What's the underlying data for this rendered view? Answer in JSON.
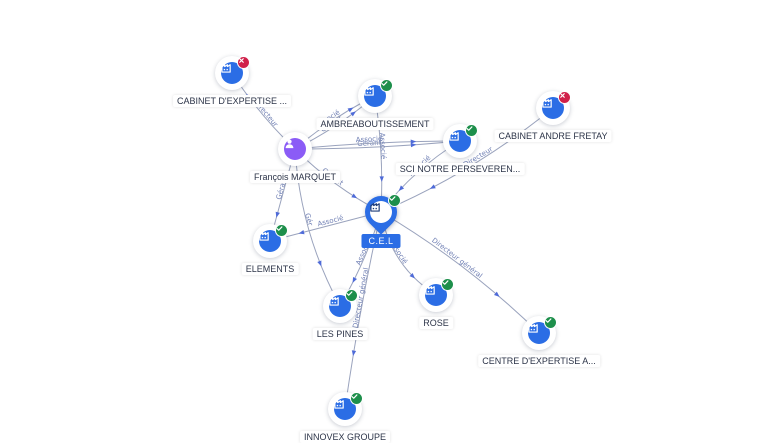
{
  "graph": {
    "center": {
      "id": "cel",
      "label": "C.E.L",
      "kind": "company",
      "status": "active"
    },
    "nodes": [
      {
        "id": "cabinet-expertise",
        "label": "CABINET D'EXPERTISE ...",
        "kind": "company",
        "status": "closed"
      },
      {
        "id": "ambreaboutissement",
        "label": "AMBREABOUTISSEMENT",
        "kind": "company",
        "status": "active"
      },
      {
        "id": "cabinet-andre-fretay",
        "label": "CABINET ANDRE FRETAY",
        "kind": "company",
        "status": "closed"
      },
      {
        "id": "francois-marquet",
        "label": "François MARQUET",
        "kind": "person",
        "status": "none"
      },
      {
        "id": "sci-notre-perseverance",
        "label": "SCI NOTRE PERSEVEREN...",
        "kind": "company",
        "status": "active"
      },
      {
        "id": "elements",
        "label": "ELEMENTS",
        "kind": "company",
        "status": "active"
      },
      {
        "id": "les-pines",
        "label": "LES PINES",
        "kind": "company",
        "status": "active"
      },
      {
        "id": "rose",
        "label": "ROSE",
        "kind": "company",
        "status": "active"
      },
      {
        "id": "centre-expertise",
        "label": "CENTRE D'EXPERTISE A...",
        "kind": "company",
        "status": "active"
      },
      {
        "id": "innovex-groupe",
        "label": "INNOVEX GROUPE",
        "kind": "company",
        "status": "active"
      }
    ],
    "edges": [
      {
        "from": "francois-marquet",
        "to": "cabinet-expertise",
        "label": "Directeur"
      },
      {
        "from": "francois-marquet",
        "to": "ambreaboutissement",
        "label": "Gérant"
      },
      {
        "from": "francois-marquet",
        "to": "ambreaboutissement",
        "label": "Associé"
      },
      {
        "from": "francois-marquet",
        "to": "sci-notre-perseverance",
        "label": "Gérant"
      },
      {
        "from": "francois-marquet",
        "to": "sci-notre-perseverance",
        "label": "Associé"
      },
      {
        "from": "francois-marquet",
        "to": "cel",
        "label": "Gérant"
      },
      {
        "from": "francois-marquet",
        "to": "elements",
        "label": "Gérant"
      },
      {
        "from": "francois-marquet",
        "to": "les-pines",
        "label": "Gér"
      },
      {
        "from": "ambreaboutissement",
        "to": "cel",
        "label": "Associé"
      },
      {
        "from": "sci-notre-perseverance",
        "to": "cel",
        "label": "Associé"
      },
      {
        "from": "cabinet-andre-fretay",
        "to": "cel",
        "label": "Directeur"
      },
      {
        "from": "cel",
        "to": "elements",
        "label": "Associé"
      },
      {
        "from": "cel",
        "to": "les-pines",
        "label": "Associé"
      },
      {
        "from": "cel",
        "to": "rose",
        "label": "Associé"
      },
      {
        "from": "cel",
        "to": "centre-expertise",
        "label": "Directeur général"
      },
      {
        "from": "cel",
        "to": "innovex-groupe",
        "label": "Directeur général"
      }
    ]
  }
}
